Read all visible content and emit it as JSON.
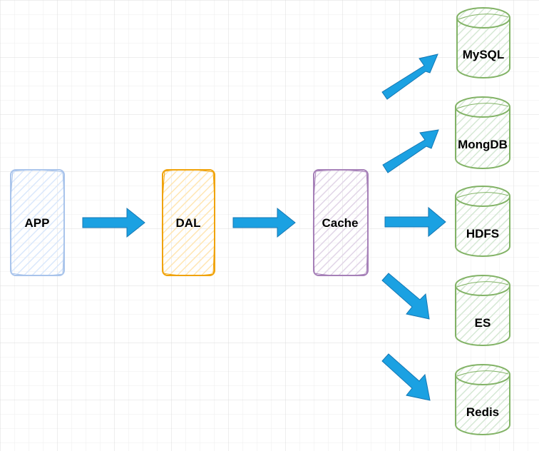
{
  "colors": {
    "grid": "#e6e6e6",
    "arrow": "#1ba1e2",
    "app": "#a9c4eb",
    "dal": "#f0a30a",
    "cache": "#a680b8",
    "store": "#82b366"
  },
  "nodes": {
    "app": {
      "label": "APP"
    },
    "dal": {
      "label": "DAL"
    },
    "cache": {
      "label": "Cache"
    }
  },
  "stores": [
    {
      "label": "MySQL"
    },
    {
      "label": "MongDB"
    },
    {
      "label": "HDFS"
    },
    {
      "label": "ES"
    },
    {
      "label": "Redis"
    }
  ],
  "edges": [
    {
      "from": "APP",
      "to": "DAL"
    },
    {
      "from": "DAL",
      "to": "Cache"
    },
    {
      "from": "Cache",
      "to": "MySQL"
    },
    {
      "from": "Cache",
      "to": "MongDB"
    },
    {
      "from": "Cache",
      "to": "HDFS"
    },
    {
      "from": "Cache",
      "to": "ES"
    },
    {
      "from": "Cache",
      "to": "Redis"
    }
  ]
}
